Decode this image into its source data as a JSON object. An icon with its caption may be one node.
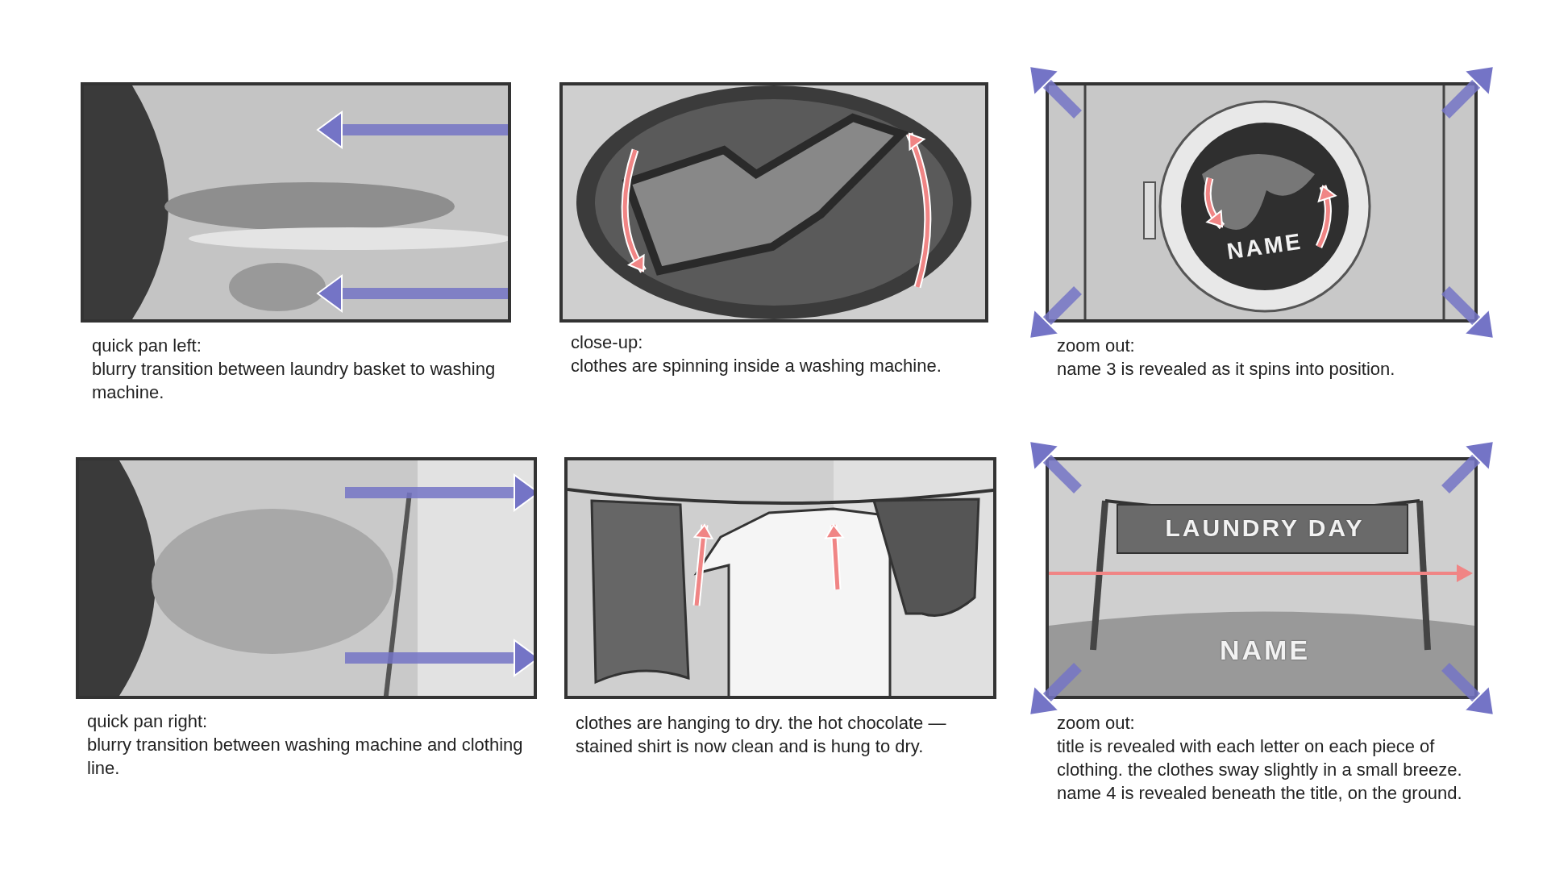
{
  "diagram": {
    "nodes": [
      {
        "text": [],
        "shape": "picture",
        "beside": [
          "quick pan left:",
          "blurry transition between laundry basket to washing machine."
        ]
      },
      {
        "text": [],
        "shape": "picture",
        "beside": [
          "close-up:",
          "clothes are spinning inside a washing machine."
        ]
      },
      {
        "text": [
          "NAME"
        ],
        "beside": [
          "zoom out:",
          "name 3 is revealed as it spins into position."
        ]
      },
      {
        "text": [],
        "shape": "picture",
        "beside": [
          "quick pan right:",
          "blurry transition between washing machine and clothing line."
        ]
      },
      {
        "text": [],
        "shape": "picture",
        "beside": [
          "clothes are hanging to dry. the hot chocolate —stained shirt is now clean and is hung to dry."
        ]
      },
      {
        "text": [
          "LAUNDRY DAY",
          "NAME"
        ],
        "beside": [
          "zoom out:",
          "title is revealed with each letter on each piece of clothing. the clothes sway slightly in a small breeze. name 4 is revealed beneath the title, on the ground."
        ]
      }
    ],
    "edges": []
  }
}
